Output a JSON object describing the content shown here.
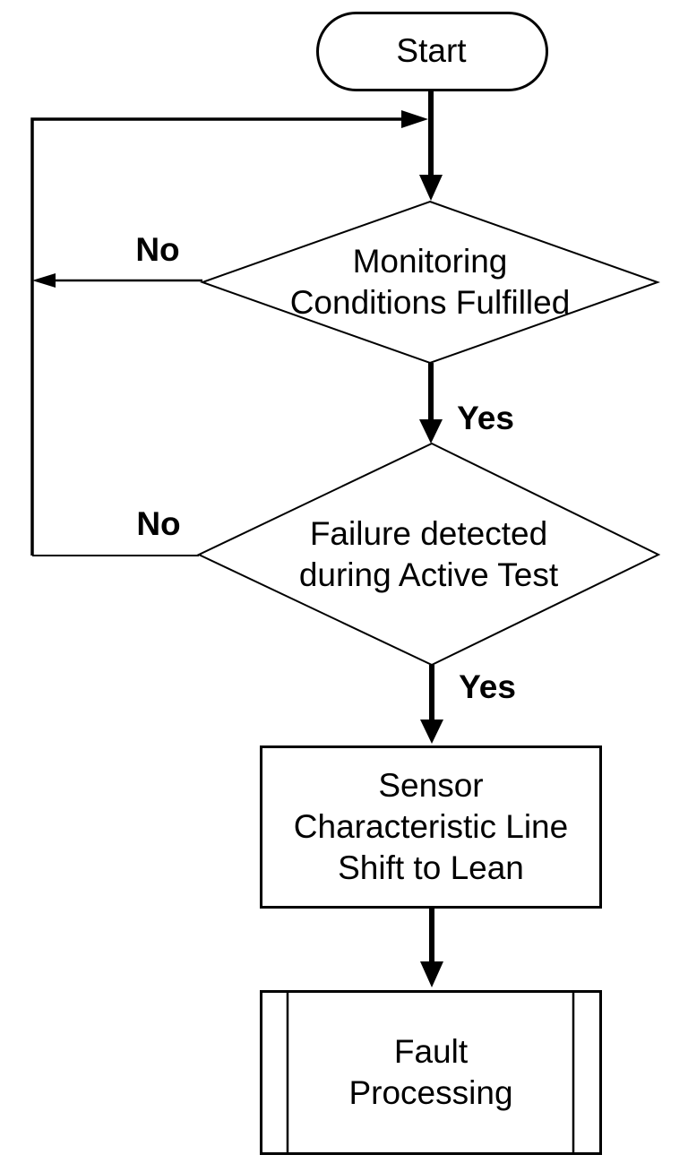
{
  "diagram": {
    "type": "flowchart",
    "colors": {
      "stroke": "#000000",
      "background": "#ffffff"
    },
    "nodes": {
      "start": {
        "type": "terminator",
        "label": "Start"
      },
      "decision1": {
        "type": "decision",
        "label": "Monitoring\nConditions Fulfilled"
      },
      "decision2": {
        "type": "decision",
        "label": "Failure detected\nduring Active Test"
      },
      "process1": {
        "type": "process",
        "label": "Sensor\nCharacteristic Line\nShift to Lean"
      },
      "process2": {
        "type": "predefined-process",
        "label": "Fault\nProcessing"
      }
    },
    "edge_labels": {
      "decision1_no": "No",
      "decision1_yes": "Yes",
      "decision2_no": "No",
      "decision2_yes": "Yes"
    },
    "edges": [
      {
        "from": "start",
        "to": "decision1",
        "label": ""
      },
      {
        "from": "decision1",
        "to": "loop-back-to-main-line",
        "label": "No"
      },
      {
        "from": "decision1",
        "to": "decision2",
        "label": "Yes"
      },
      {
        "from": "decision2",
        "to": "loop-back-to-main-line",
        "label": "No"
      },
      {
        "from": "decision2",
        "to": "process1",
        "label": "Yes"
      },
      {
        "from": "process1",
        "to": "process2",
        "label": ""
      }
    ]
  }
}
